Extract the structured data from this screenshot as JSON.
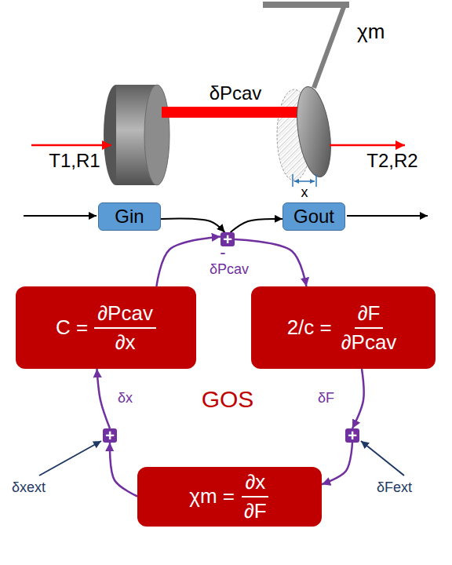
{
  "diagram": {
    "nodes": [
      {
        "text": [
          "Gin"
        ]
      },
      {
        "text": [
          "+"
        ]
      },
      {
        "text": [
          "Gout"
        ]
      },
      {
        "text": [
          "C =",
          "∂Pcav",
          "∂x"
        ]
      },
      {
        "text": [
          "2/c =",
          "∂F",
          "∂Pcav"
        ]
      },
      {
        "text": [
          "+"
        ]
      },
      {
        "text": [
          "χm =",
          "∂x",
          "∂F"
        ]
      },
      {
        "text": [
          "+"
        ]
      }
    ],
    "edges": [
      {
        "from": 0,
        "to": 1,
        "arrow": "to"
      },
      {
        "from": 1,
        "to": 2,
        "arrow": "to"
      },
      {
        "from": 3,
        "to": 1,
        "arrow": "to"
      },
      {
        "from": 1,
        "to": 4,
        "arrow": "to"
      },
      {
        "from": 4,
        "to": 5,
        "arrow": "to"
      },
      {
        "from": 5,
        "to": 6,
        "arrow": "to"
      },
      {
        "from": 6,
        "to": 7,
        "arrow": "to"
      },
      {
        "from": 7,
        "to": 3,
        "arrow": "to"
      }
    ],
    "labels": [
      "T1,R1",
      "T2,R2",
      "δPcav",
      "χm",
      "x",
      "-",
      "δPcav",
      "GOS",
      "δx",
      "δF",
      "δxext",
      "δFext"
    ]
  }
}
